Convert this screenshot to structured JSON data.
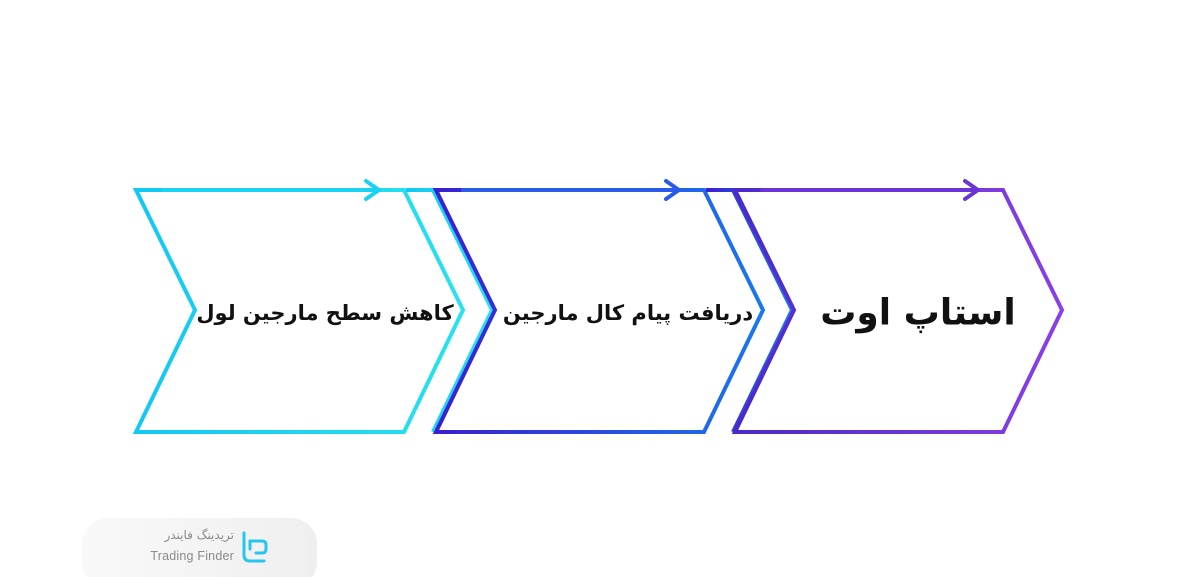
{
  "diagram": {
    "type": "process-chevrons",
    "direction": "right-to-left",
    "steps": [
      {
        "label": "استاپ اوت",
        "color_start": "#4a2ac8",
        "color_end": "#8a3fe8",
        "arrow_color": "#6a34d8"
      },
      {
        "label": "دریافت پیام کال مارجین",
        "color_start": "#3a1fd0",
        "color_end": "#1a78ee",
        "arrow_color": "#2a5ae8"
      },
      {
        "label": "کاهش سطح مارجین لول",
        "color_start": "#12c8f4",
        "color_end": "#28e2ee",
        "arrow_color": "#1ad2f2"
      }
    ]
  },
  "brand": {
    "name_fa": "تریدینگ فایندر",
    "name_en": "Trading Finder",
    "logo_icon": "trading-finder-logo-icon",
    "logo_color": "#27c6ee",
    "text_color": "#8a8a8a"
  }
}
